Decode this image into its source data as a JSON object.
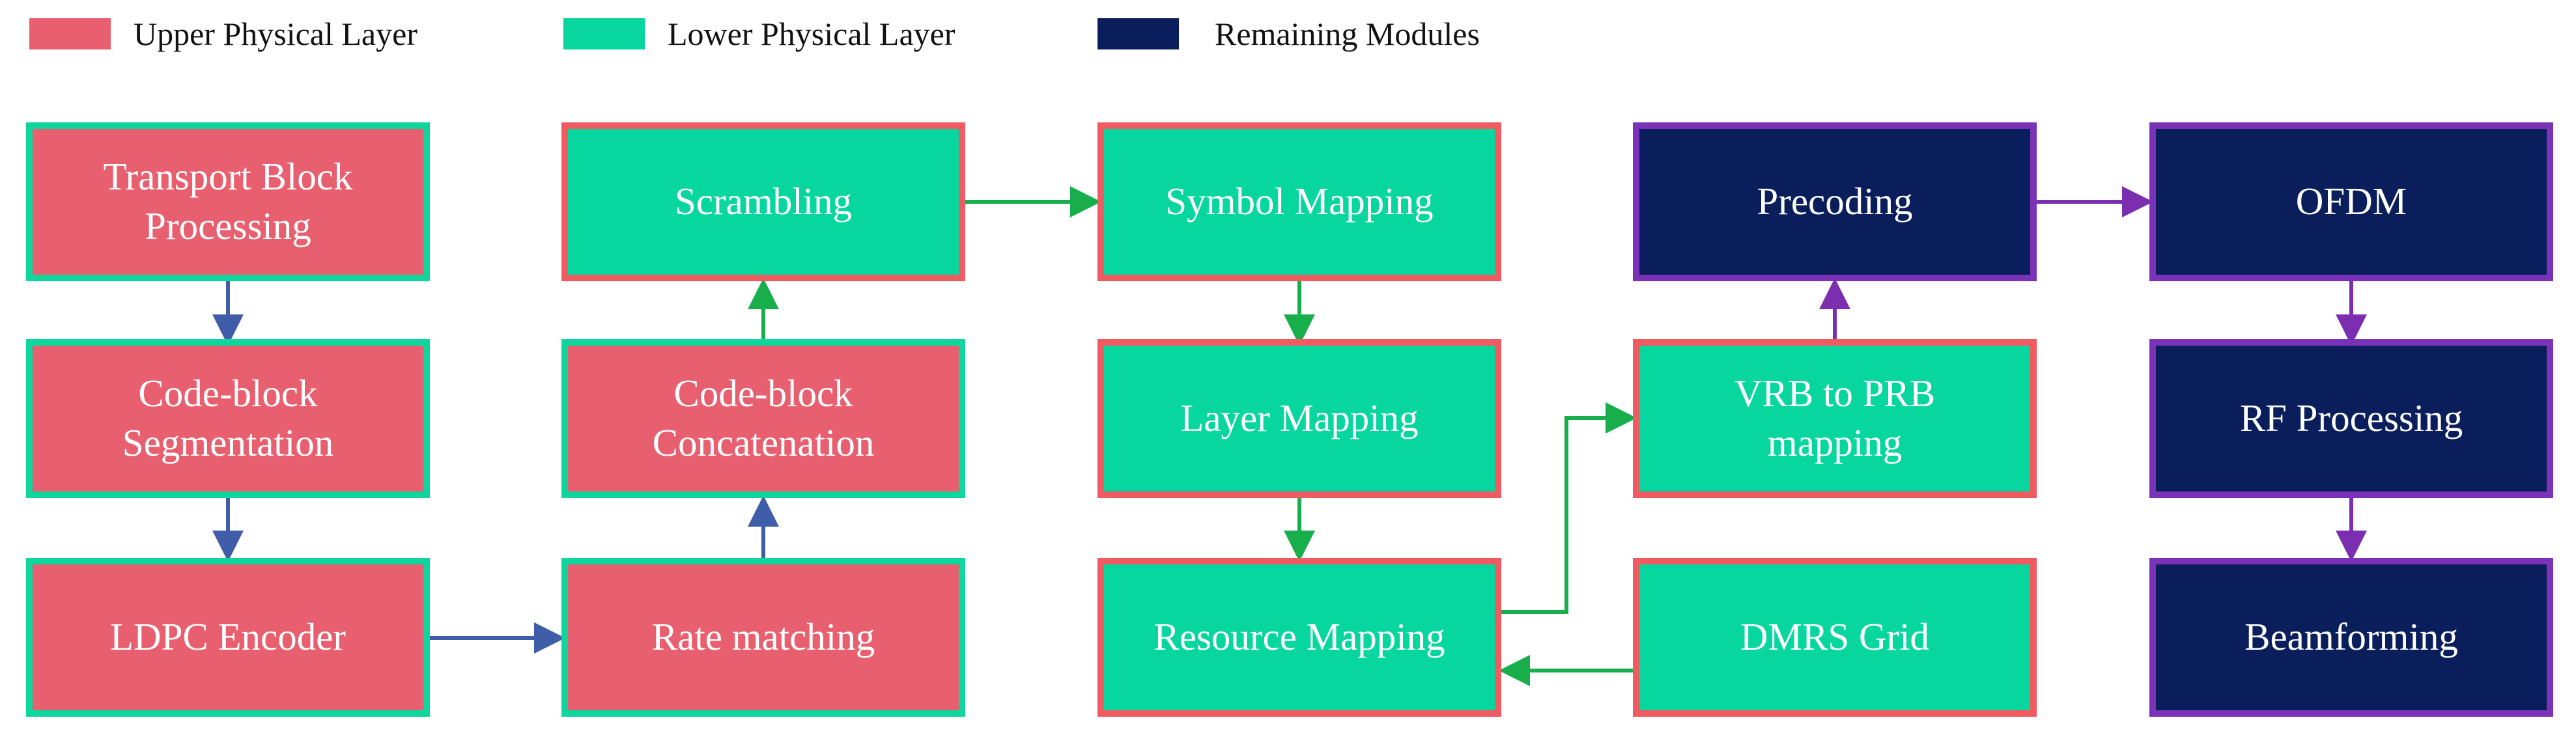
{
  "colors": {
    "upper": "#E8606F",
    "lower": "#07D69E",
    "remaining": "#0A1E5B",
    "arrow_blue": "#3F5DA8",
    "arrow_green": "#19AE4C",
    "arrow_purple": "#7B2FB0",
    "border_red": "#EF5B61",
    "border_green": "#0ED69C",
    "border_purple": "#7A33B8"
  },
  "legend": [
    {
      "label": "Upper Physical Layer",
      "color": "#E8606F"
    },
    {
      "label": "Lower Physical Layer",
      "color": "#07D69E"
    },
    {
      "label": "Remaining Modules",
      "color": "#0A1E5B"
    }
  ],
  "blocks": {
    "transport_block": {
      "lines": [
        "Transport Block",
        "Processing"
      ]
    },
    "code_block_segmentation": {
      "lines": [
        "Code-block",
        "Segmentation"
      ]
    },
    "ldpc_encoder": {
      "lines": [
        "LDPC Encoder"
      ]
    },
    "scrambling": {
      "lines": [
        "Scrambling"
      ]
    },
    "code_block_concatenation": {
      "lines": [
        "Code-block",
        "Concatenation"
      ]
    },
    "rate_matching": {
      "lines": [
        "Rate matching"
      ]
    },
    "symbol_mapping": {
      "lines": [
        "Symbol Mapping"
      ]
    },
    "layer_mapping": {
      "lines": [
        "Layer Mapping"
      ]
    },
    "resource_mapping": {
      "lines": [
        "Resource Mapping"
      ]
    },
    "precoding": {
      "lines": [
        "Precoding"
      ]
    },
    "vrb_to_prb": {
      "lines": [
        "VRB to PRB",
        "mapping"
      ]
    },
    "dmrs_grid": {
      "lines": [
        "DMRS Grid"
      ]
    },
    "ofdm": {
      "lines": [
        "OFDM"
      ]
    },
    "rf_processing": {
      "lines": [
        "RF Processing"
      ]
    },
    "beamforming": {
      "lines": [
        "Beamforming"
      ]
    }
  }
}
